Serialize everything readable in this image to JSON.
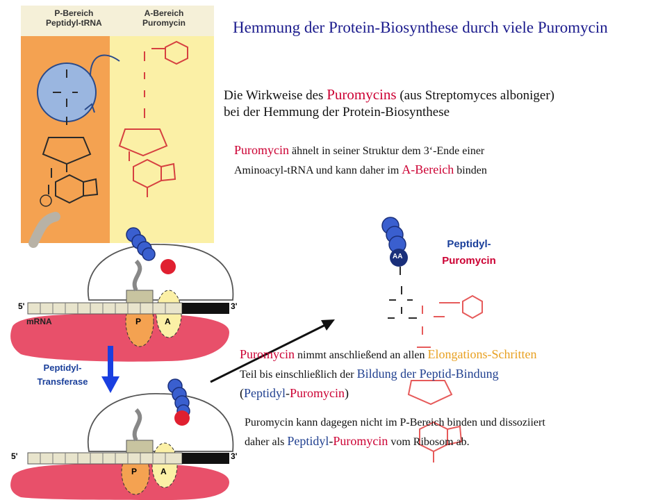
{
  "title": "Hemmung der Protein-Biosynthese durch viele Puromycin",
  "intro": {
    "line1_a": "Die Wirkweise des ",
    "line1_b": "Puromycins",
    "line1_c": " (aus Streptomyces alboniger)",
    "line2": "bei der Hemmung der Protein-Biosynthese"
  },
  "similarity": {
    "a": "Puromycin",
    "b": " ähnelt in seiner Struktur dem 3‘-Ende einer",
    "c": "Aminoacyl-tRNA und kann daher im ",
    "d": "A-Bereich",
    "e": " binden"
  },
  "elongation": {
    "a": "Puromycin",
    "b": " nimmt anschließend an allen ",
    "c": "Elongations-Schritten",
    "d": "Teil bis einschließlich der ",
    "e": "Bildung der Peptid-Bindung",
    "f": "(",
    "g": "Peptidyl",
    "h": "-",
    "i": "Puromycin",
    "j": ")"
  },
  "dissociation": {
    "line1": "Puromycin kann dagegen nicht im P-Bereich binden und dissoziiert",
    "line2_a": "daher als ",
    "line2_b": "Peptidyl",
    "line2_c": "-",
    "line2_d": "Puromycin",
    "line2_e": " vom Ribosom ab."
  },
  "structure_panel": {
    "p_header_1": "P-Bereich",
    "p_header_2": "Peptidyl-tRNA",
    "a_header_1": "A-Bereich",
    "a_header_2": "Puromycin"
  },
  "labels": {
    "peptidyl_puromycin_1": "Peptidyl-",
    "peptidyl_puromycin_2": "Puromycin",
    "peptidyl_transferase_1": "Peptidyl-",
    "peptidyl_transferase_2": "Transferase",
    "mrna": "mRNA",
    "five_prime": "5'",
    "three_prime": "3'",
    "site_p": "P",
    "site_a": "A",
    "aa": "AA"
  },
  "colors": {
    "p_panel": "#f4a251",
    "a_panel": "#fbf0a6",
    "ribosome_large": "#e8506a",
    "accent_blue": "#1a1a8c",
    "puromycin_red": "#cc0033"
  }
}
